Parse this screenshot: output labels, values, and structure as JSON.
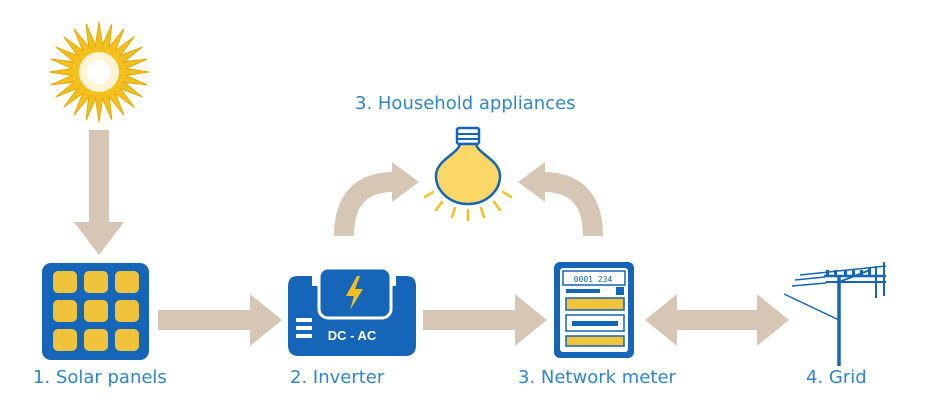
{
  "labels": {
    "solar_panels": "1. Solar panels",
    "inverter": "2. Inverter",
    "appliances": "3. Household appliances",
    "meter": "3. Network meter",
    "grid": "4. Grid"
  },
  "inverter_text": "DC - AC",
  "meter_reading": "0001 234",
  "colors": {
    "label_blue": "#2f86c9",
    "device_blue": "#1565b9",
    "arrow_tan": "#d5c7b3",
    "sun_yellow": "#f3c01f",
    "panel_yellow": "#f0c33c",
    "bulb_yellow": "#fbd767"
  }
}
